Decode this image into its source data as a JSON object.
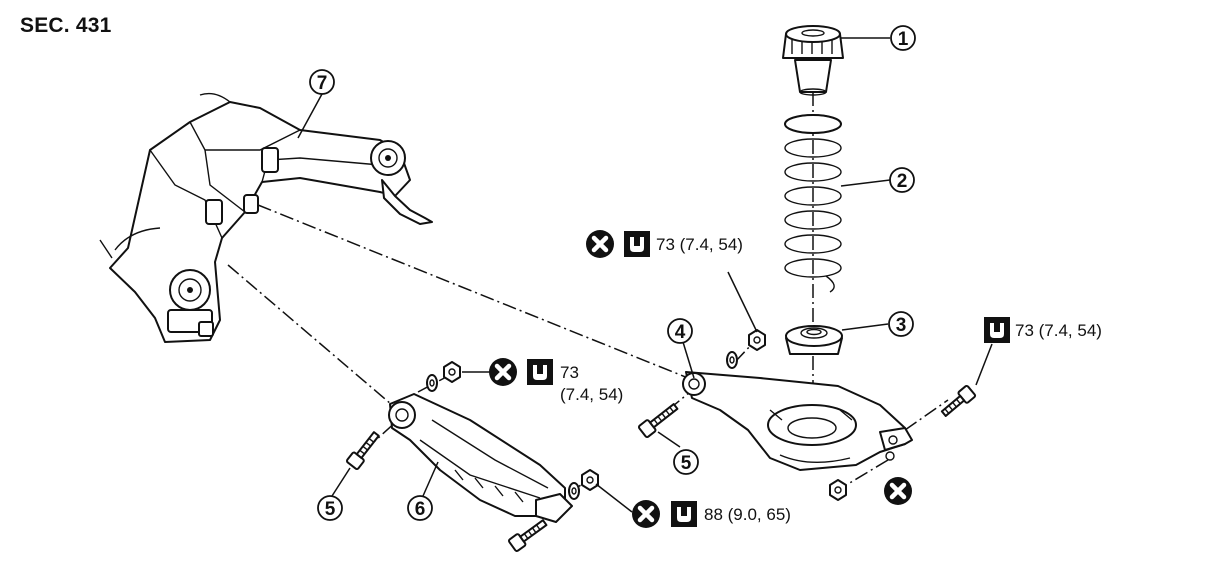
{
  "section": "SEC. 431",
  "callouts": {
    "c1": "1",
    "c2": "2",
    "c3": "3",
    "c4a": "4",
    "c5a": "5",
    "c5b": "5",
    "c6": "6",
    "c7": "7"
  },
  "torques": {
    "upper": "73 (7.4, 54)",
    "right": "73 (7.4, 54)",
    "mid_value": "73",
    "mid_units": "(7.4, 54)",
    "bottom": "88 (9.0, 65)"
  },
  "icons": {
    "no_reuse": "do-not-reuse-icon",
    "torque": "torque-wrench-icon"
  }
}
